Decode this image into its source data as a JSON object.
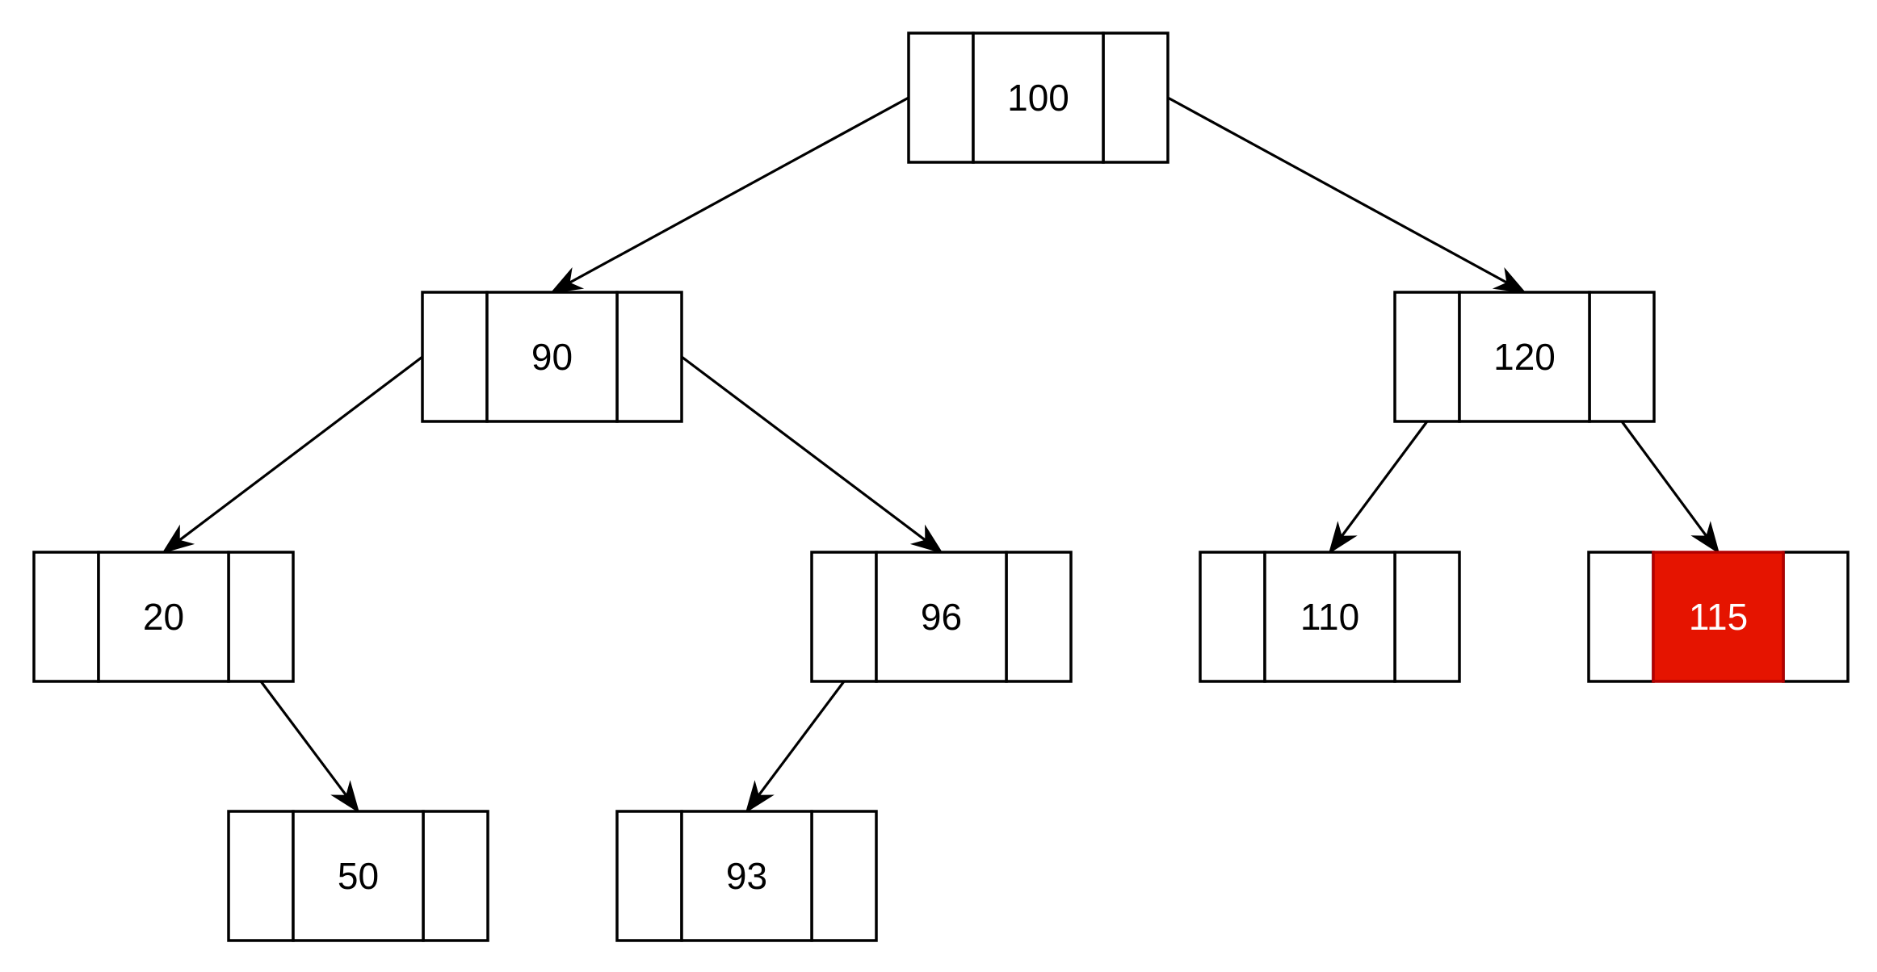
{
  "diagram": {
    "type": "binary-tree",
    "nodes": [
      {
        "id": "n100",
        "label": "100",
        "highlighted": false
      },
      {
        "id": "n90",
        "label": "90",
        "highlighted": false
      },
      {
        "id": "n120",
        "label": "120",
        "highlighted": false
      },
      {
        "id": "n20",
        "label": "20",
        "highlighted": false
      },
      {
        "id": "n96",
        "label": "96",
        "highlighted": false
      },
      {
        "id": "n110",
        "label": "110",
        "highlighted": false
      },
      {
        "id": "n115",
        "label": "115",
        "highlighted": true
      },
      {
        "id": "n50",
        "label": "50",
        "highlighted": false
      },
      {
        "id": "n93",
        "label": "93",
        "highlighted": false
      }
    ],
    "edges": [
      {
        "from": "n100",
        "to": "n90"
      },
      {
        "from": "n100",
        "to": "n120"
      },
      {
        "from": "n90",
        "to": "n20"
      },
      {
        "from": "n90",
        "to": "n96"
      },
      {
        "from": "n120",
        "to": "n110"
      },
      {
        "from": "n120",
        "to": "n115"
      },
      {
        "from": "n20",
        "to": "n50"
      },
      {
        "from": "n96",
        "to": "n93"
      }
    ],
    "colors": {
      "highlight_fill": "#e51400",
      "highlight_text": "#ffffff",
      "stroke": "#000000",
      "background": "#ffffff"
    }
  }
}
